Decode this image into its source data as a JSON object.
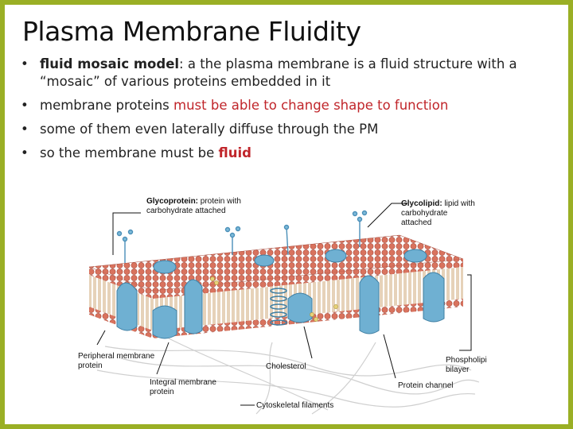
{
  "title": "Plasma Membrane Fluidity",
  "bullets": {
    "b1_strong": "fluid mosaic model",
    "b1_colon": ":",
    "b1_rest": "  a the plasma membrane is a fluid structure with a “mosaic” of various proteins embedded in it",
    "b2_plain": "membrane proteins ",
    "b2_red": "must be able to change shape to function",
    "b3": "some of them even laterally diffuse through the PM",
    "b4_plain": "so the membrane must be ",
    "b4_red": "fluid"
  },
  "bullet_symbol": "•",
  "figure": {
    "glycoprotein_name": "Glycoprotein:",
    "glycoprotein_desc1": " protein with",
    "glycoprotein_desc2": "carbohydrate attached",
    "glycolipid_name": "Glycolipid:",
    "glycolipid_desc1": " lipid with",
    "glycolipid_desc2": "carbohydrate",
    "glycolipid_desc3": "attached",
    "peripheral1": "Peripheral membrane",
    "peripheral2": "protein",
    "integral1": "Integral membrane",
    "integral2": "protein",
    "cholesterol": "Cholesterol",
    "protein_channel": "Protein channel",
    "phospholipid1": "Phospholipid",
    "phospholipid2": "bilayer",
    "cytoskeletal": "Cytoskeletal filaments"
  },
  "colors": {
    "frame": "#9aaf25",
    "accent_red": "#c0252a",
    "lipid_head": "#d9735e",
    "protein": "#6fb0d2"
  }
}
